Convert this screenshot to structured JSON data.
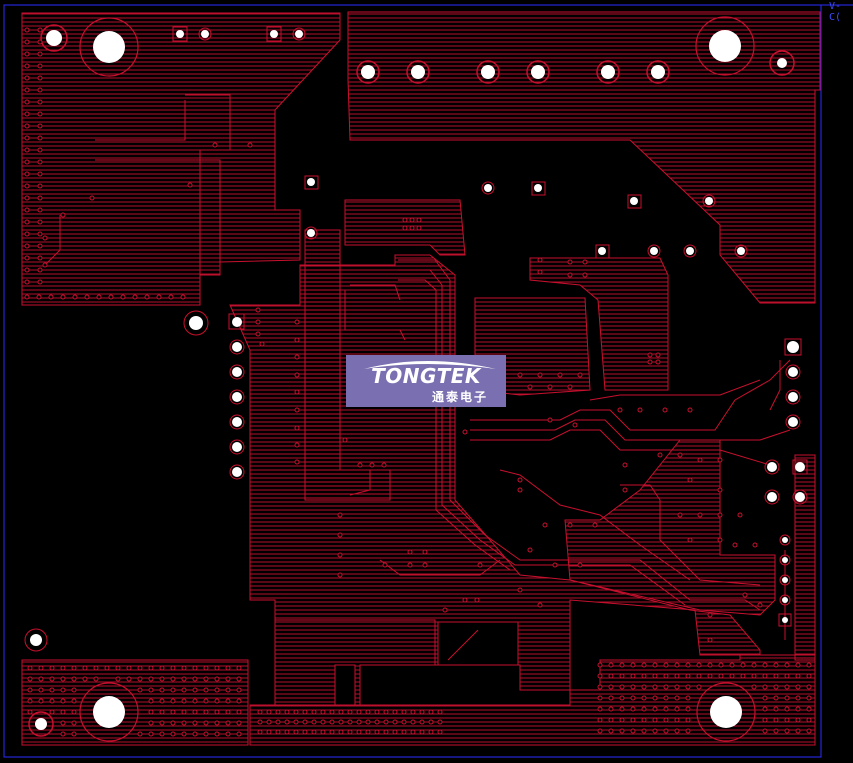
{
  "view": {
    "title": "PCB layout view",
    "layer_color": "#c8102e",
    "background_color": "#000000",
    "board_outline_color": "#2c2cff"
  },
  "logo": {
    "brand": "TONGTEK",
    "subtitle": "通泰电子",
    "background_color": "#7a6fb0"
  },
  "corner_label": "V-C("
}
